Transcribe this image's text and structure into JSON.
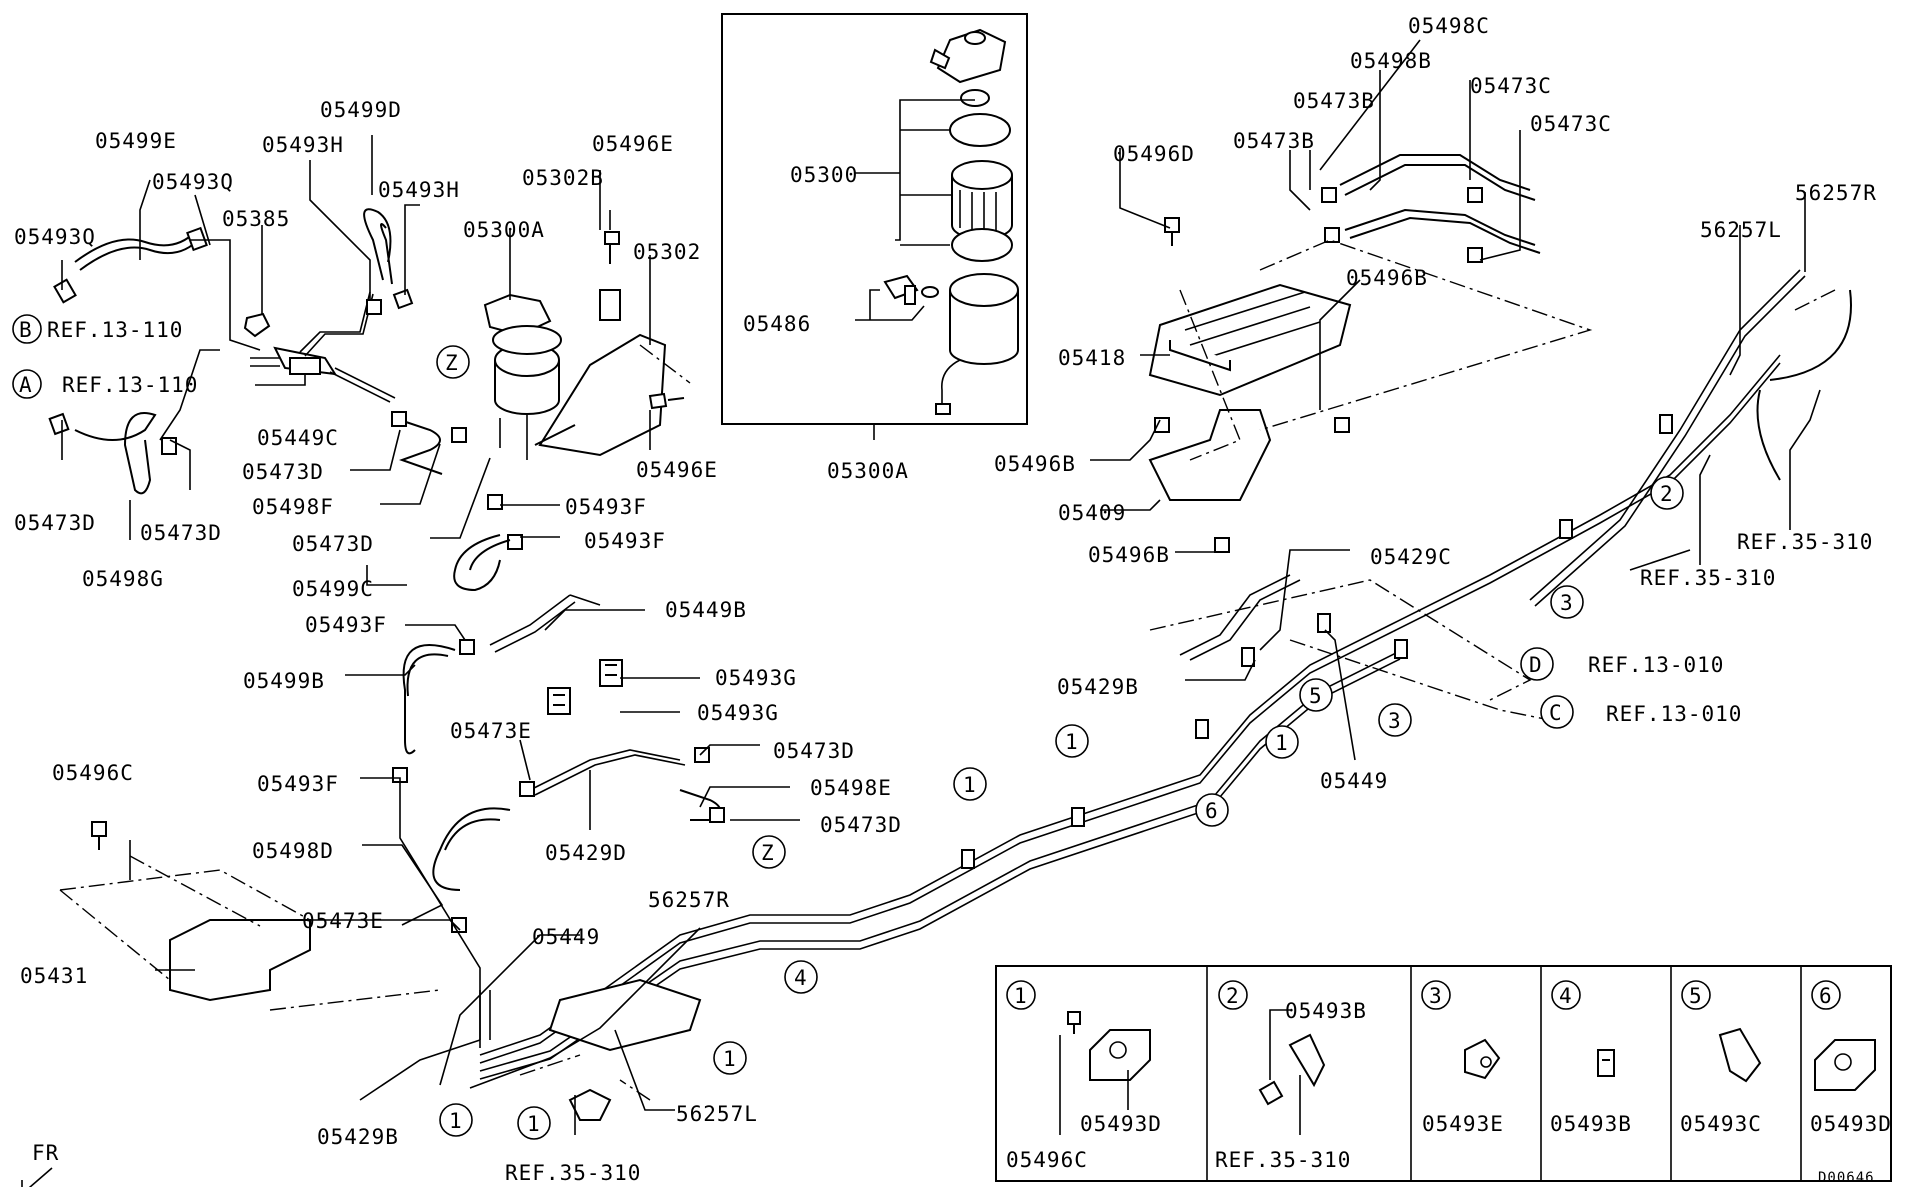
{
  "labels": {
    "p05300": "05300",
    "p05486": "05486",
    "p05300A_box": "05300A",
    "p05300A": "05300A",
    "p05302B": "05302B",
    "p05302": "05302",
    "p05496E_top": "05496E",
    "p05496E_bot": "05496E",
    "p05499E": "05499E",
    "p05493Q_top": "05493Q",
    "p05493Q_left": "05493Q",
    "p05499D": "05499D",
    "p05493H_a": "05493H",
    "p05493H_b": "05493H",
    "p05385": "05385",
    "ref_b": "REF.13-110",
    "ref_a": "REF.13-110",
    "p05449C": "05449C",
    "p05473D_1": "05473D",
    "p05473D_2": "05473D",
    "p05473D_3": "05473D",
    "p05473D_4": "05473D",
    "p05498F": "05498F",
    "p05498G": "05498G",
    "p05493F_1": "05493F",
    "p05493F_2": "05493F",
    "p05493F_3": "05493F",
    "p05493F_4": "05493F",
    "p05499C": "05499C",
    "p05449B": "05449B",
    "p05499B": "05499B",
    "p05493G_1": "05493G",
    "p05493G_2": "05493G",
    "p05473E_1": "05473E",
    "p05473E_2": "05473E",
    "p05473D_5": "05473D",
    "p05498E": "05498E",
    "p05473D_6": "05473D",
    "p05429D": "05429D",
    "p05496C": "05496C",
    "p05498D": "05498D",
    "p05431": "05431",
    "p05449_a": "05449",
    "p56257R_a": "56257R",
    "p56257L_a": "56257L",
    "p05429B_a": "05429B",
    "ref_35_310_bot": "REF.35-310",
    "p05498C": "05498C",
    "p05498B": "05498B",
    "p05473C_1": "05473C",
    "p05473C_2": "05473C",
    "p05473B_1": "05473B",
    "p05473B_2": "05473B",
    "p05496D": "05496D",
    "p05496B_1": "05496B",
    "p05496B_2": "05496B",
    "p05496B_3": "05496B",
    "p05418": "05418",
    "p05409": "05409",
    "p56257R_b": "56257R",
    "p56257L_b": "56257L",
    "ref_35_310_a": "REF.35-310",
    "ref_35_310_b": "REF.35-310",
    "p05429C": "05429C",
    "p05429B_b": "05429B",
    "p05449_b": "05449",
    "ref_d": "REF.13-010",
    "ref_c": "REF.13-010",
    "fr": "FR",
    "diagram_code": "D00646"
  },
  "callouts": {
    "A": "A",
    "B": "B",
    "C": "C",
    "D": "D",
    "Z": "Z",
    "n1": "1",
    "n2": "2",
    "n3": "3",
    "n4": "4",
    "n5": "5",
    "n6": "6"
  },
  "legend": [
    {
      "num": "1",
      "parts": [
        "05496C",
        "05493D"
      ]
    },
    {
      "num": "2",
      "parts": [
        "05493B",
        "REF.35-310"
      ]
    },
    {
      "num": "3",
      "parts": [
        "05493E"
      ]
    },
    {
      "num": "4",
      "parts": [
        "05493B"
      ]
    },
    {
      "num": "5",
      "parts": [
        "05493C"
      ]
    },
    {
      "num": "6",
      "parts": [
        "05493D"
      ]
    }
  ]
}
